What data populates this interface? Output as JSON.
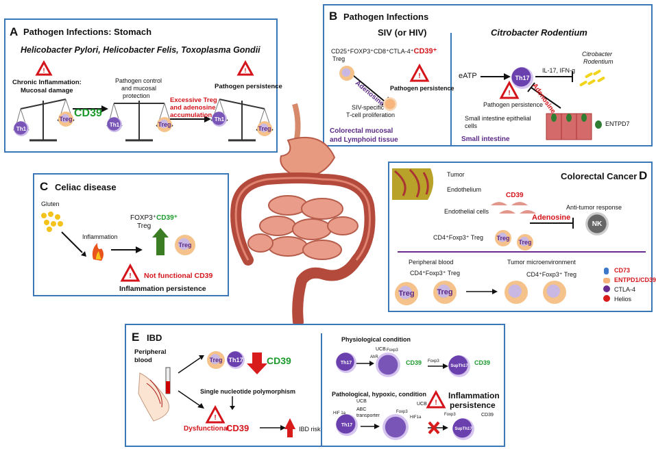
{
  "panel_a": {
    "letter": "A",
    "title": "Pathogen Infections: Stomach",
    "pathogens": "Helicobacter Pylori, Helicobacter Felis, Toxoplasma Gondii",
    "chronic": "Chronic Inflammation:",
    "mucosal": "Mucosal damage",
    "control1": "Pathogen control",
    "control2": "and mucosal",
    "control3": "protection",
    "cd39": "CD39",
    "excess1": "Excessive Treg",
    "excess2": "and adenosine",
    "excess3": "accumulation",
    "persistence": "Pathogen persistence",
    "th1": "Th1",
    "treg": "Treg"
  },
  "panel_b": {
    "letter": "B",
    "title": "Pathogen Infections",
    "siv": "SIV (or HIV)",
    "citro": "Citrobacter Rodentium",
    "markers": "CD25⁺FOXP3⁺CD8⁺CTLA-4⁺",
    "cd39": "CD39⁺",
    "treg": "Treg",
    "adenosine": "Adenosine",
    "persistence": "Pathogen persistence",
    "siv_specific": "SIV-specific",
    "tcell": "T-cell proliferation",
    "colorectal": "Colorectal mucosal",
    "lymphoid": "and Lymphoid tissue",
    "eatp": "eATP",
    "th17": "Th17",
    "il17": "IL-17, IFN-g",
    "citro_small1": "Citrobacter",
    "citro_small2": "Rodentium",
    "adenosine2": "Adenosine",
    "persistence2": "Pathogen persistence",
    "epi1": "Small intestine epithelial",
    "epi2": "cells",
    "entpd7": "ENTPD7",
    "small_intestine": "Small intestine"
  },
  "panel_c": {
    "letter": "C",
    "title": "Celiac disease",
    "gluten": "Gluten",
    "inflammation": "Inflammation",
    "foxp3": "FOXP3⁺",
    "cd39": "CD39⁺",
    "treg": "Treg",
    "treg_cell": "Treg",
    "notfunc": "Not functional CD39",
    "persist": "Inflammation persistence"
  },
  "panel_d": {
    "letter": "D",
    "title": "Colorectal Cancer",
    "tumor": "Tumor",
    "endothelium": "Endothelium",
    "cd39": "CD39",
    "endo_cells": "Endothelial cells",
    "antitumor": "Anti-tumor response",
    "adenosine": "Adenosine",
    "nk": "NK",
    "cd4treg": "CD4⁺Foxp3⁺ Treg",
    "treg": "Treg",
    "peripheral": "Peripheral blood",
    "tme": "Tumor microenvironment",
    "cd4treg2": "CD4⁺Foxp3⁺ Treg",
    "cd4treg3": "CD4⁺Foxp3⁺ Treg",
    "legend_cd73": "CD73",
    "legend_entpd1": "ENTPD1/CD39",
    "legend_ctla4": "CTLA-4",
    "legend_helios": "Helios"
  },
  "panel_e": {
    "letter": "E",
    "title": "IBD",
    "peripheral1": "Peripheral",
    "peripheral2": "blood",
    "treg": "Treg",
    "th17": "Th17",
    "cd39": "CD39",
    "snp": "Single nucleotide polymorphism",
    "dysfunctional": "Dysfunctional",
    "cd39b": "CD39",
    "ibdrisk": "IBD risk",
    "physio": "Physiological condition",
    "ucb": "UCB",
    "ahr": "AhR",
    "foxp3": "Foxp3",
    "cd39c": "CD39",
    "suptH17": "SupTh17",
    "foxp3b": "Foxp3",
    "cd39d": "CD39",
    "patho": "Pathological, hypoxic, condition",
    "inflammation": "Inflammation",
    "persistence": "persistence",
    "ucb2": "UCB",
    "abc1": "ABC",
    "abc2": "transporter",
    "hif1a": "HIF 1a",
    "th17b": "Th17",
    "ucb3": "UCB",
    "foxp3c": "Foxp3",
    "hif1a2": "HIF1a",
    "foxp3d": "Foxp3",
    "cd39e": "CD39",
    "suptH17b": "SupTh17"
  },
  "colors": {
    "border": "#3a77b6",
    "red": "#d4141a",
    "green": "#1a9a2b",
    "purple": "#5b2a86"
  }
}
